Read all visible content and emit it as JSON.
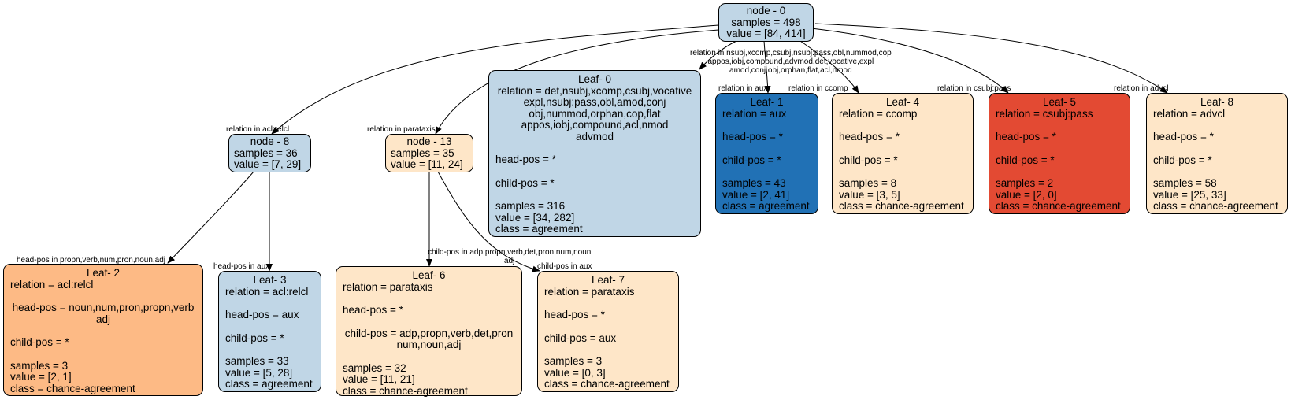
{
  "colors": {
    "light_blue": "#c0d6e6",
    "dark_blue": "#2171b5",
    "light_orange": "#fee6c8",
    "orange": "#fdba85",
    "red": "#e34a33",
    "edge": "#000000"
  },
  "nodes": {
    "node0": {
      "title": "node - 0",
      "samples": "samples = 498",
      "value": "value = [84, 414]"
    },
    "node8": {
      "title": "node - 8",
      "samples": "samples = 36",
      "value": "value = [7, 29]"
    },
    "node13": {
      "title": "node - 13",
      "samples": "samples = 35",
      "value": "value = [11, 24]"
    },
    "leaf0": {
      "title": "Leaf- 0",
      "relation": "relation = det,nsubj,xcomp,csubj,vocative\nexpl,nsubj:pass,obl,amod,conj\nobj,nummod,orphan,cop,flat\nappos,iobj,compound,acl,nmod\nadvmod",
      "head": "head-pos = *",
      "child": "child-pos = *",
      "samples": "samples = 316",
      "value": "value = [34, 282]",
      "class": "class = agreement"
    },
    "leaf1": {
      "title": "Leaf- 1",
      "relation": "relation = aux",
      "head": "head-pos = *",
      "child": "child-pos = *",
      "samples": "samples = 43",
      "value": "value = [2, 41]",
      "class": "class = agreement"
    },
    "leaf4": {
      "title": "Leaf- 4",
      "relation": "relation = ccomp",
      "head": "head-pos = *",
      "child": "child-pos = *",
      "samples": "samples = 8",
      "value": "value = [3, 5]",
      "class": "class = chance-agreement"
    },
    "leaf5": {
      "title": "Leaf- 5",
      "relation": "relation = csubj:pass",
      "head": "head-pos = *",
      "child": "child-pos = *",
      "samples": "samples = 2",
      "value": "value = [2, 0]",
      "class": "class = chance-agreement"
    },
    "leaf8": {
      "title": "Leaf- 8",
      "relation": "relation = advcl",
      "head": "head-pos = *",
      "child": "child-pos = *",
      "samples": "samples = 58",
      "value": "value = [25, 33]",
      "class": "class = chance-agreement"
    },
    "leaf2": {
      "title": "Leaf- 2",
      "relation": "relation = acl:relcl",
      "head": "head-pos = noun,num,pron,propn,verb\nadj",
      "child": "child-pos = *",
      "samples": "samples = 3",
      "value": "value = [2, 1]",
      "class": "class = chance-agreement"
    },
    "leaf3": {
      "title": "Leaf- 3",
      "relation": "relation = acl:relcl",
      "head": "head-pos = aux",
      "child": "child-pos = *",
      "samples": "samples = 33",
      "value": "value = [5, 28]",
      "class": "class = agreement"
    },
    "leaf6": {
      "title": "Leaf- 6",
      "relation": "relation = parataxis",
      "head": "head-pos = *",
      "child": "child-pos = adp,propn,verb,det,pron\nnum,noun,adj",
      "samples": "samples = 32",
      "value": "value = [11, 21]",
      "class": "class = chance-agreement"
    },
    "leaf7": {
      "title": "Leaf- 7",
      "relation": "relation = parataxis",
      "head": "head-pos = *",
      "child": "child-pos = aux",
      "samples": "samples = 3",
      "value": "value = [0, 3]",
      "class": "class = chance-agreement"
    }
  },
  "edges": {
    "to_node8": "relation in acl:relcl",
    "to_node13": "relation in parataxis",
    "to_leaf0": "relation in nsubj,xcomp,csubj,nsubj:pass,obl,nummod,cop\nappos,iobj,compound,advmod,det,vocative,expl\namod,conj,obj,orphan,flat,acl,nmod",
    "to_leaf1": "relation in aux",
    "to_leaf4": "relation in ccomp",
    "to_leaf5": "relation in csubj:pass",
    "to_leaf8": "relation in advcl",
    "to_leaf2": "head-pos in propn,verb,num,pron,noun,adj",
    "to_leaf3": "head-pos in aux",
    "to_leaf6": "child-pos in adp,propn,verb,det,pron,num,noun\nadj",
    "to_leaf7": "child-pos in aux"
  }
}
